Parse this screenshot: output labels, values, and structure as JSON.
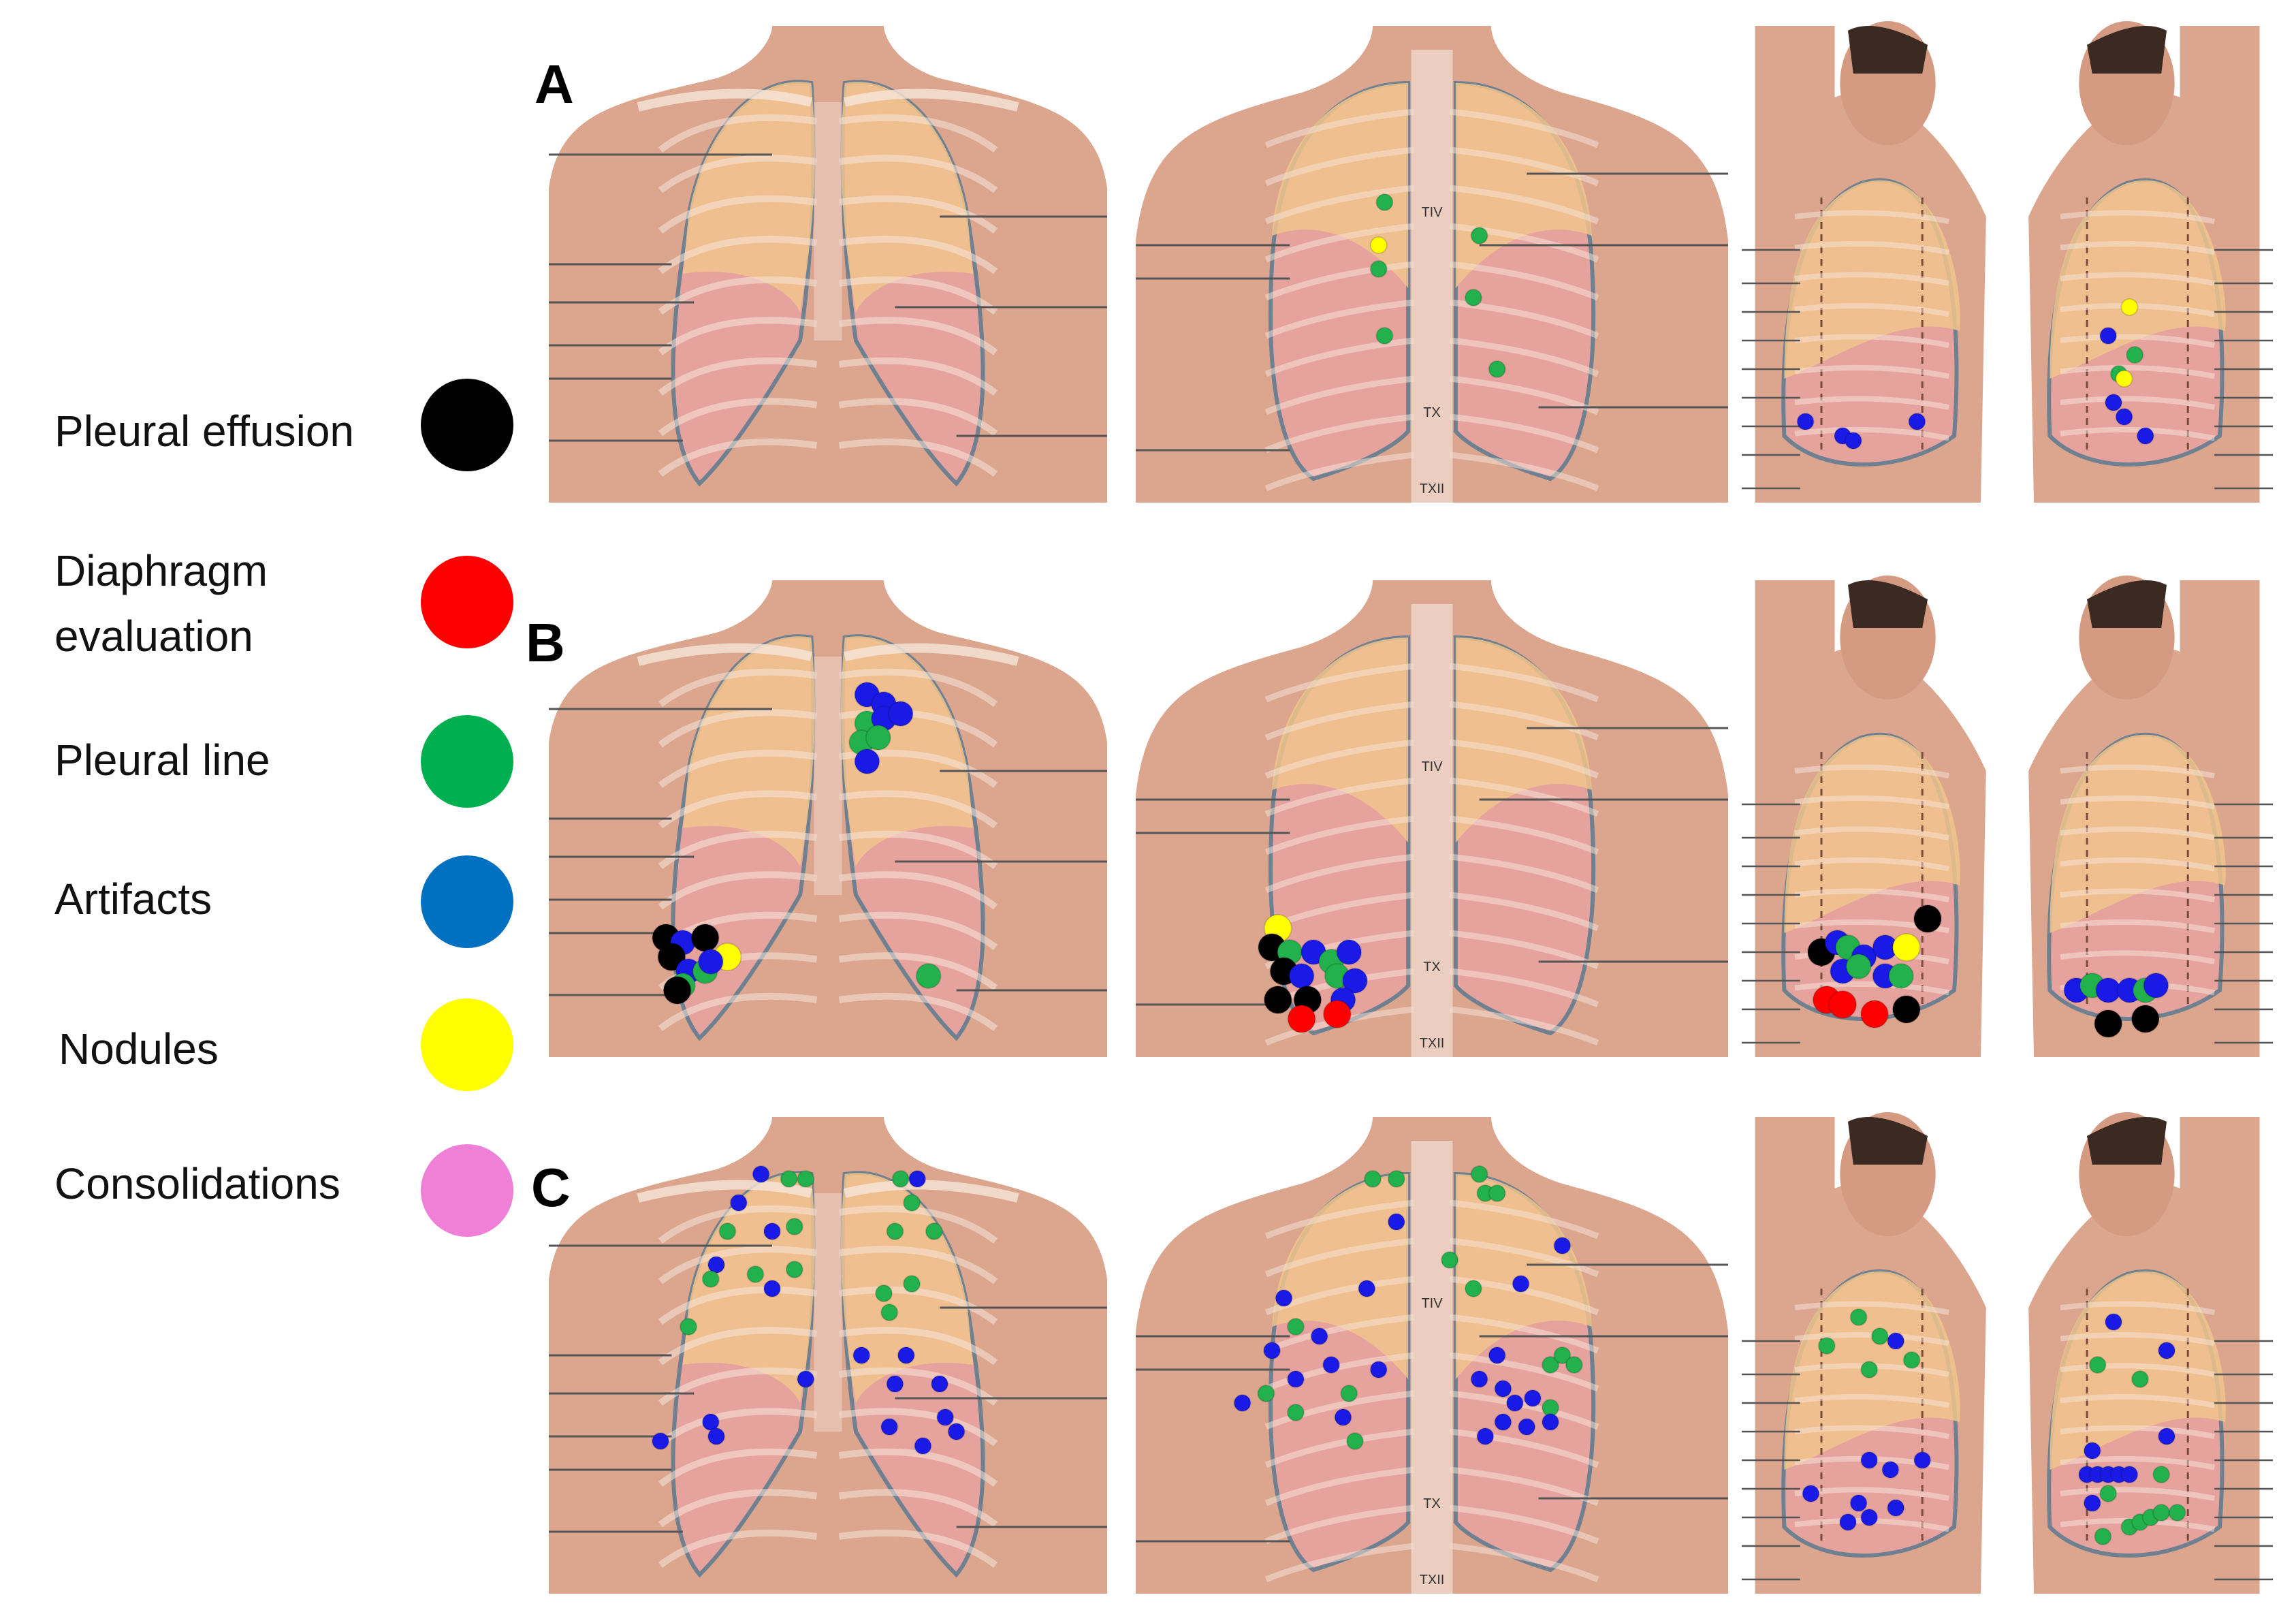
{
  "legend": [
    {
      "label": "Pleural effusion",
      "color": "#000000"
    },
    {
      "label": "Diaphragm\nevaluation",
      "color": "#ff0000"
    },
    {
      "label": "Pleural line",
      "color": "#00b050"
    },
    {
      "label": "Artifacts",
      "color": "#0070c0"
    },
    {
      "label": "Nodules",
      "color": "#ffff00"
    },
    {
      "label": "Consolidations",
      "color": "#f07fd8"
    }
  ],
  "rows": [
    "A",
    "B",
    "C"
  ],
  "vertebra_labels": {
    "t4": "TIV",
    "t10": "TX",
    "t12": "TXII"
  },
  "colors": {
    "skin": "#dba58e",
    "upper_lobe": "#f1c48c",
    "lower_lobe": "#e9a3a3",
    "lung_outline": "#6f8090",
    "marker_black": "#000000",
    "marker_red": "#ff0000",
    "marker_green": "#22b14c",
    "marker_blue": "#1a1ae6",
    "marker_yellow": "#ffff00"
  }
}
